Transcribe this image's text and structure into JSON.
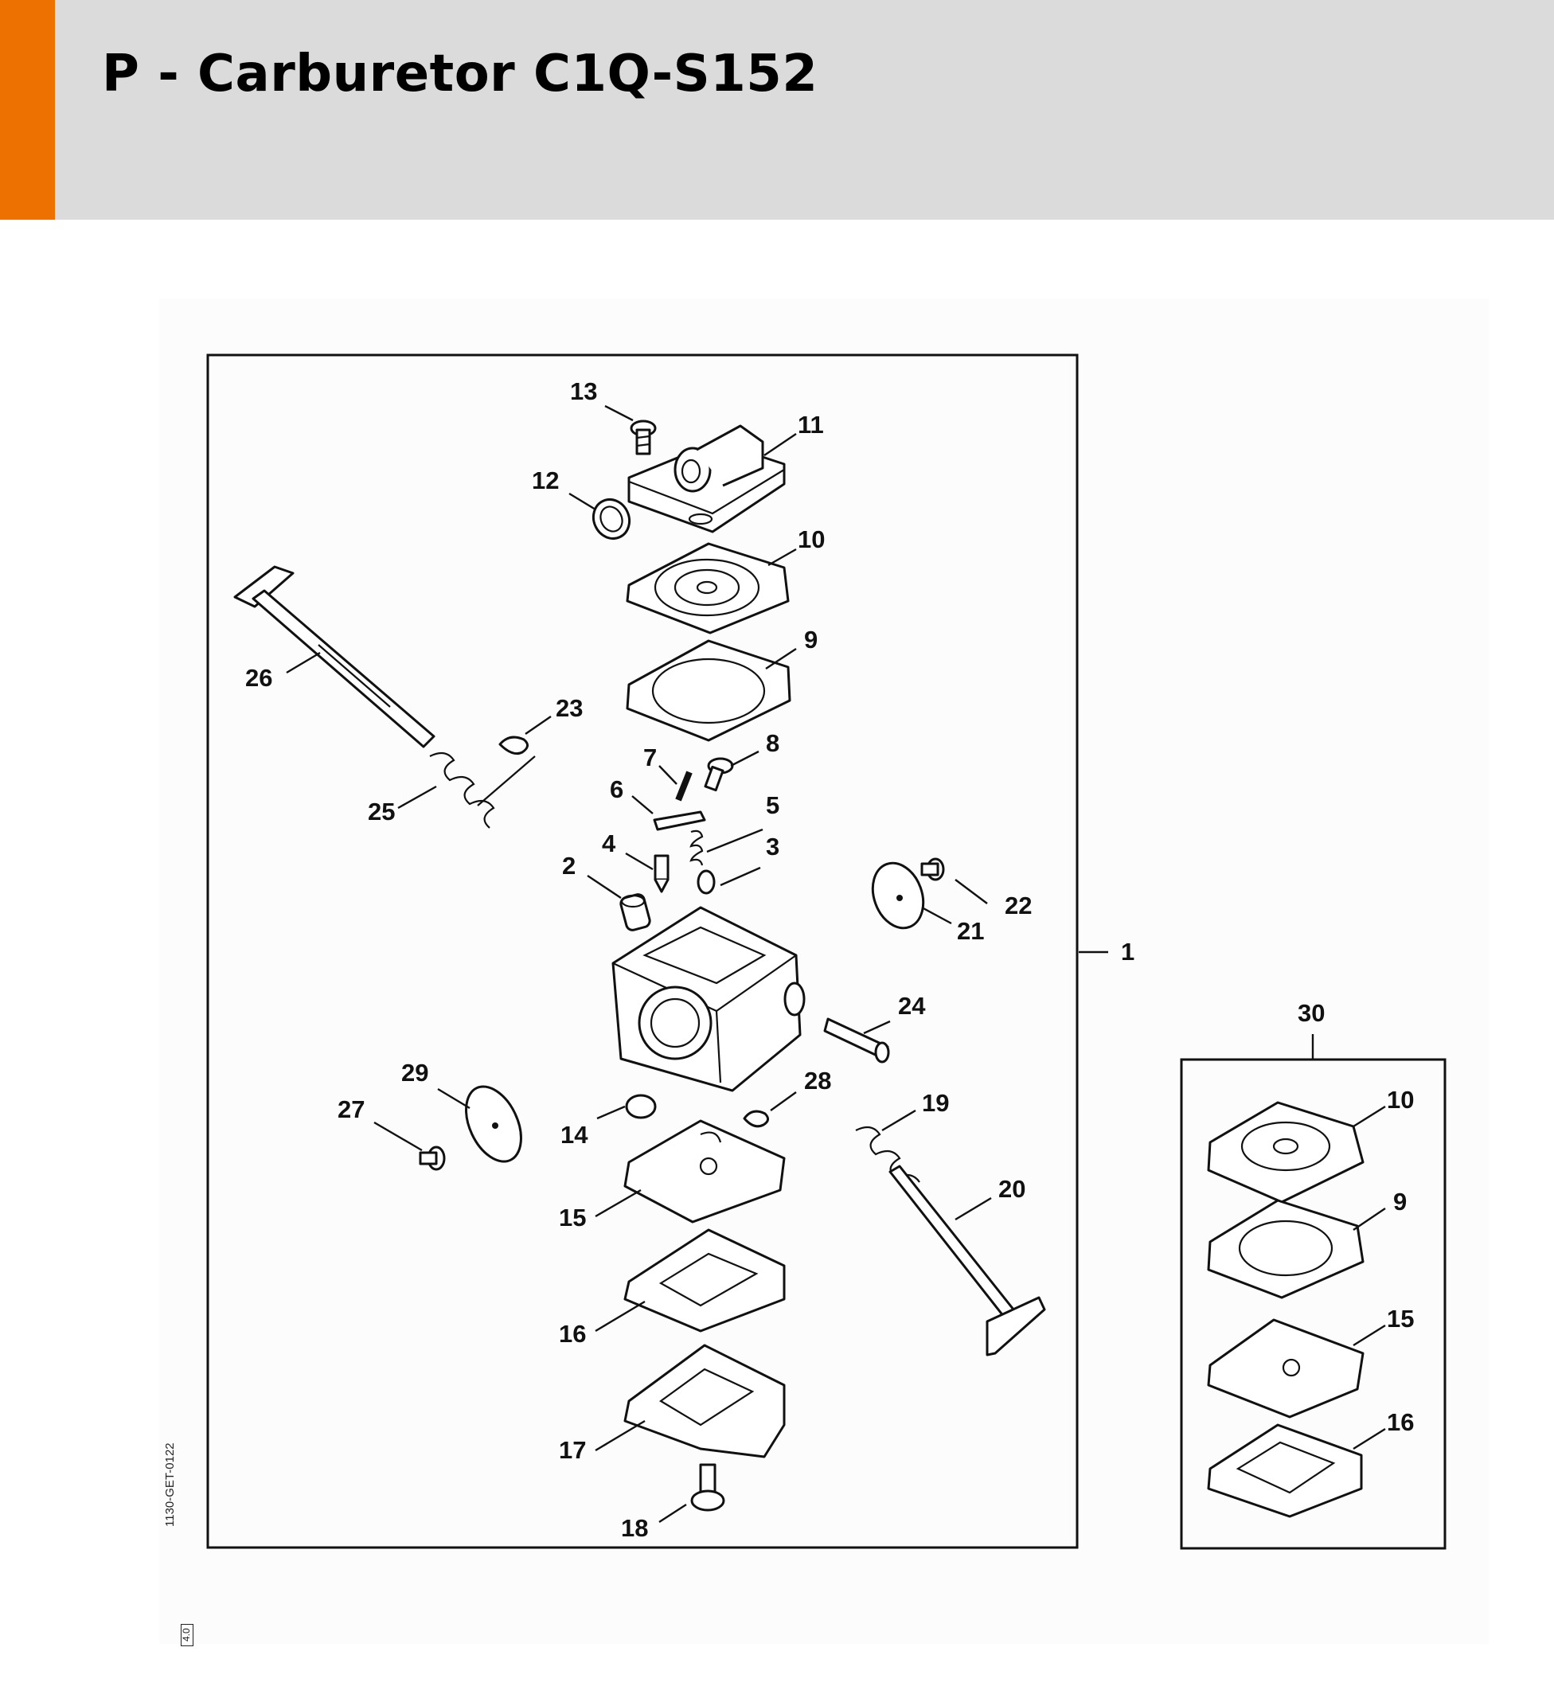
{
  "header": {
    "title": "P - Carburetor C1Q-S152",
    "accent_color": "#ed7100",
    "background_color": "#dadbda"
  },
  "diagram": {
    "main_assembly_callout": "1",
    "kit_callout": "30",
    "callouts": [
      "2",
      "3",
      "4",
      "5",
      "6",
      "7",
      "8",
      "9",
      "10",
      "11",
      "12",
      "13",
      "14",
      "15",
      "16",
      "17",
      "18",
      "19",
      "20",
      "21",
      "22",
      "23",
      "24",
      "25",
      "26",
      "27",
      "28",
      "29"
    ],
    "kit_callouts": [
      "10",
      "9",
      "15",
      "16"
    ],
    "reference_code": "1130-GET-0122",
    "reference_box": "4.0"
  }
}
